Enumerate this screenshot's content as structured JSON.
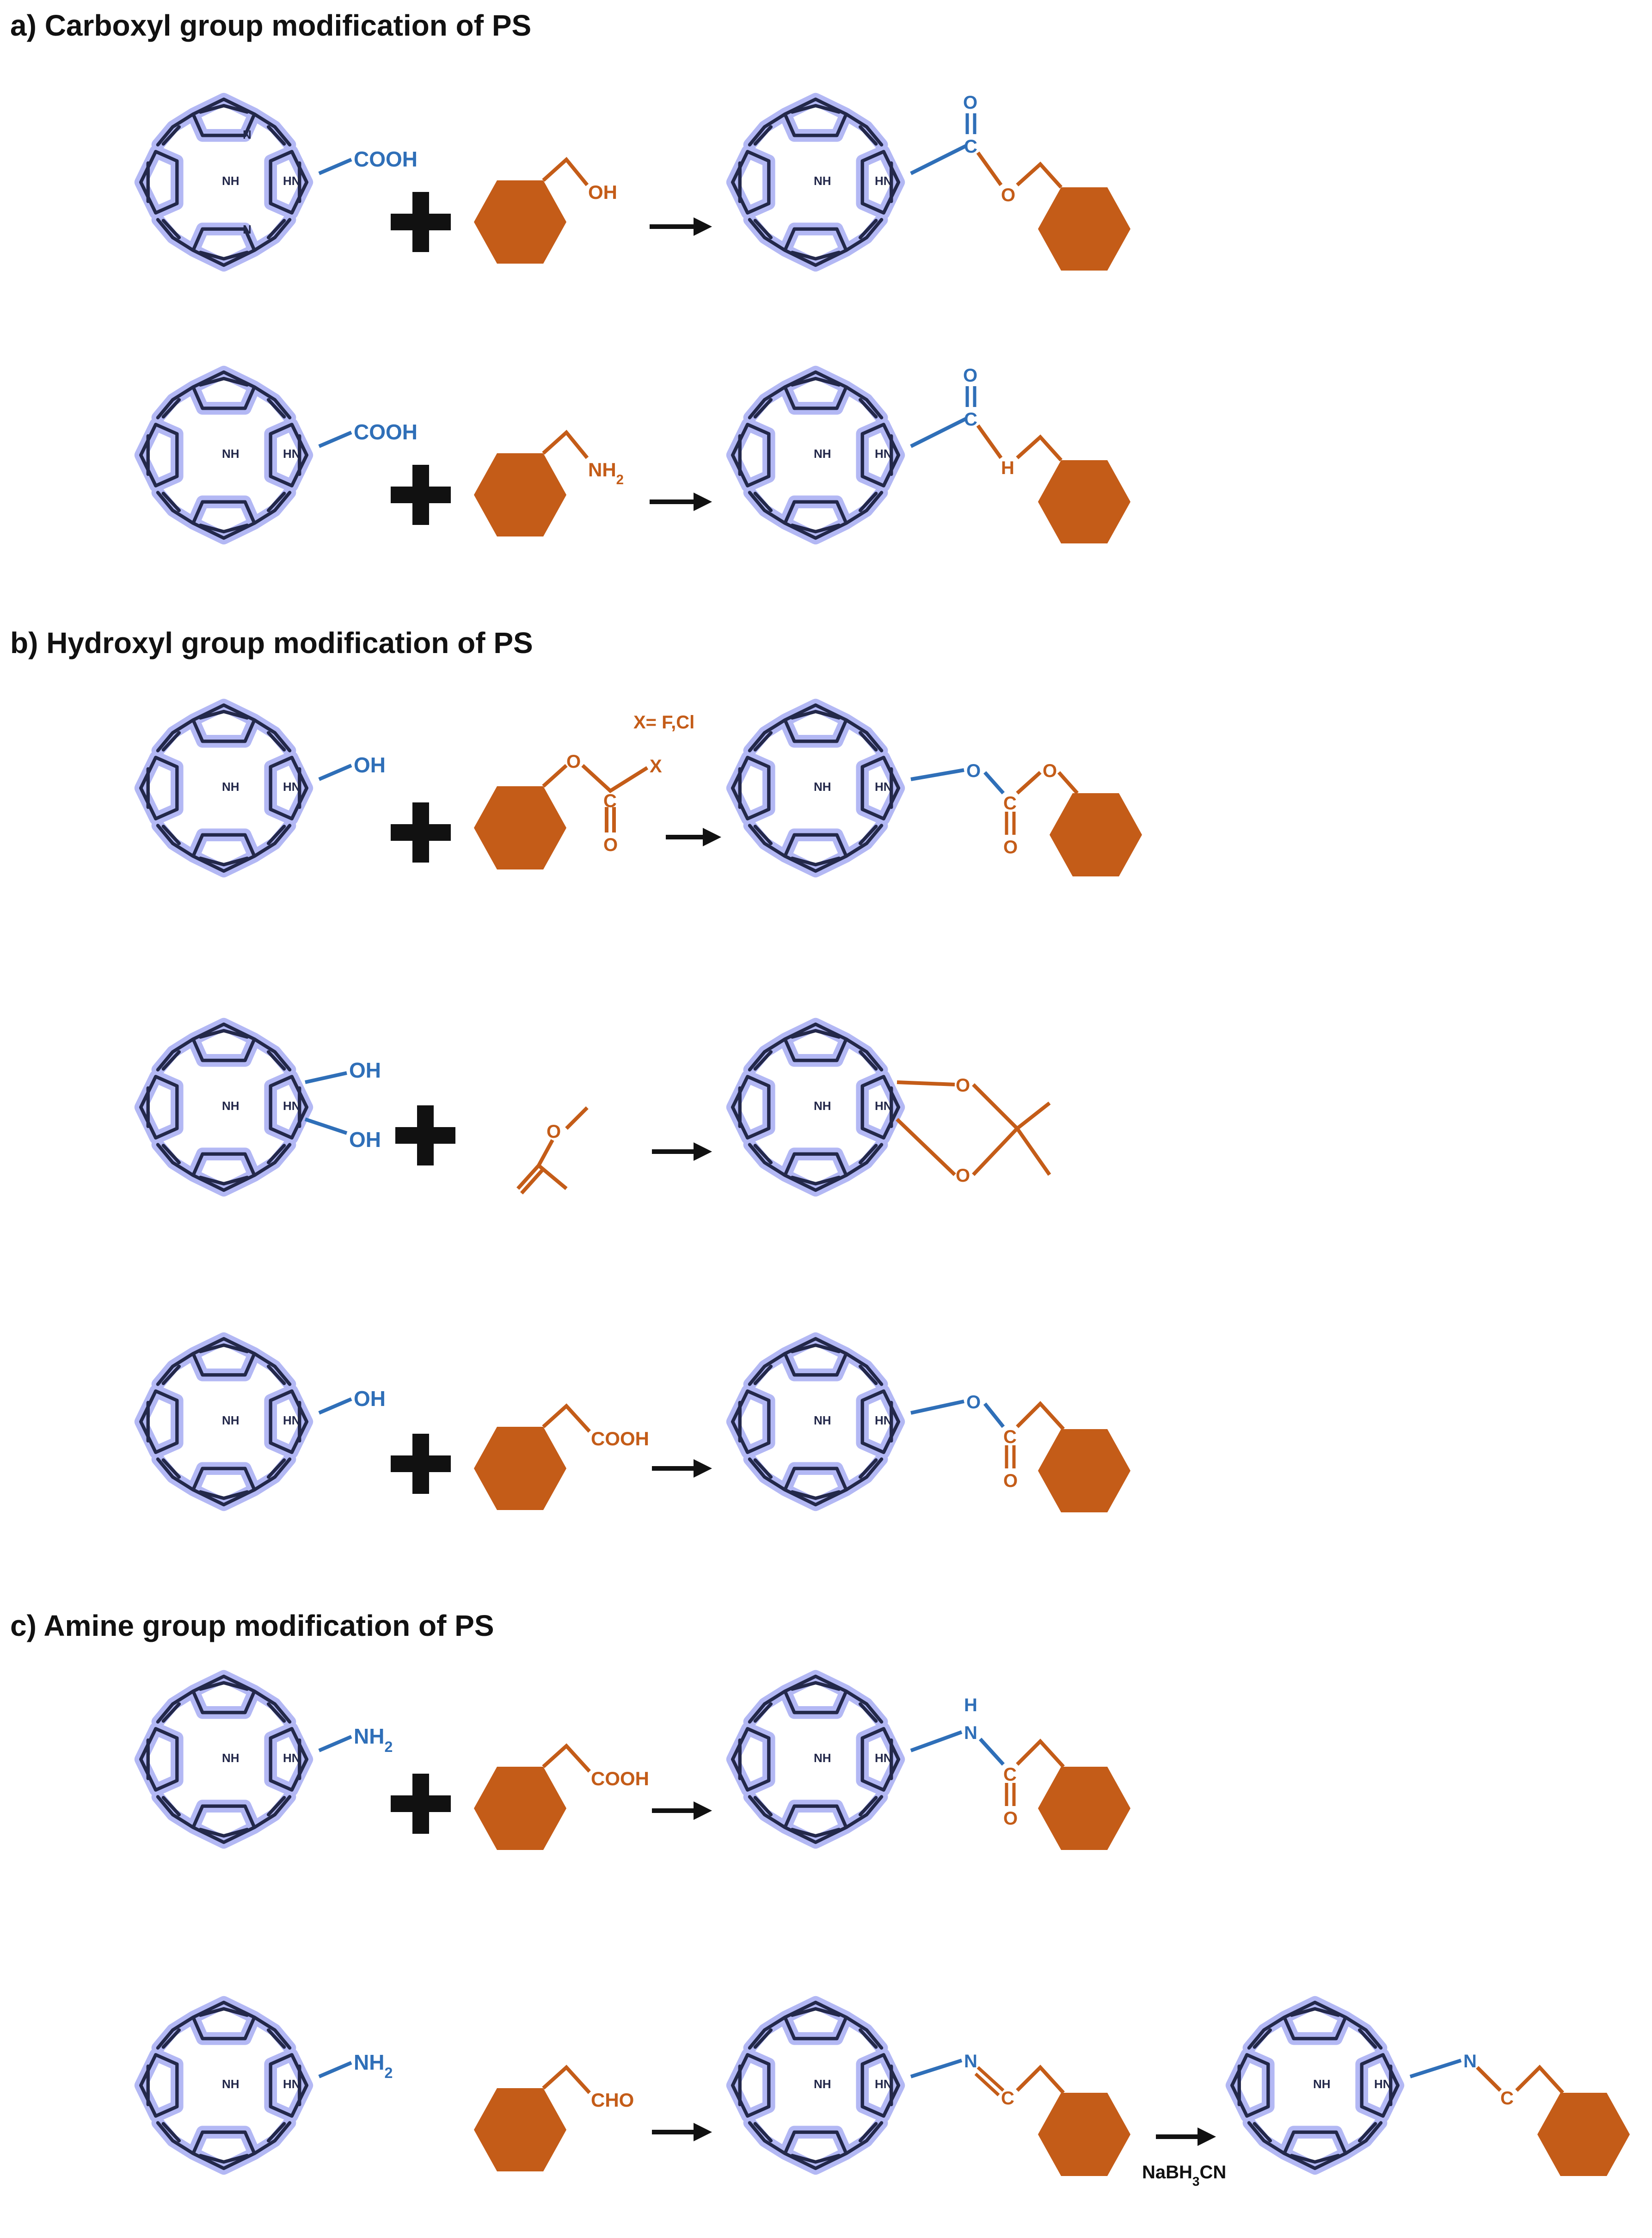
{
  "colors": {
    "porphyrin_halo": "#b3b8f4",
    "porphyrin_bond": "#23284a",
    "ps_group": "#2f6fb8",
    "reagent": "#c45c18",
    "arrow": "#111111"
  },
  "sections": {
    "a": {
      "title": "a) Carboxyl group modification of PS",
      "r1": {
        "ps": "COOH",
        "reagent": "OH",
        "p_o_top": "O",
        "p_c": "C",
        "p_o": "O"
      },
      "r2": {
        "ps": "COOH",
        "reagent": "NH2",
        "p_o_top": "O",
        "p_c": "C",
        "p_h": "H"
      }
    },
    "b": {
      "title": "b) Hydroxyl group modification of PS",
      "r1": {
        "ps": "OH",
        "x_note": "X= F,Cl",
        "reagent_x": "X",
        "reagent_c": "C",
        "reagent_o_bottom": "O",
        "p_o1": "O",
        "p_c": "C",
        "p_o2": "O",
        "p_o_bottom": "O"
      },
      "r2": {
        "ps_top": "OH",
        "ps_bottom": "OH",
        "reagent_o": "O",
        "p_o_top": "O",
        "p_o_bottom": "O"
      },
      "r3": {
        "ps": "OH",
        "reagent": "COOH",
        "p_o": "O",
        "p_c": "C",
        "p_o_bottom": "O"
      }
    },
    "c": {
      "title": "c) Amine group modification of PS",
      "r1": {
        "ps": "NH2",
        "reagent": "COOH",
        "p_h": "H",
        "p_n": "N",
        "p_c": "C",
        "p_o_bottom": "O"
      },
      "r2": {
        "ps": "NH2",
        "reagent": "CHO",
        "p1_n": "N",
        "p1_c": "C",
        "reducer": "NaBH3CN",
        "p2_n": "N",
        "p2_c": "C"
      }
    }
  },
  "porphyrin": {
    "labels": [
      "NH",
      "HN",
      "N",
      "N"
    ]
  },
  "icons": {
    "plus": "plus-sign-icon",
    "arrow": "reaction-arrow-icon",
    "hexagon": "hexagon-ring-icon",
    "porphyrin": "porphyrin-core-icon"
  }
}
